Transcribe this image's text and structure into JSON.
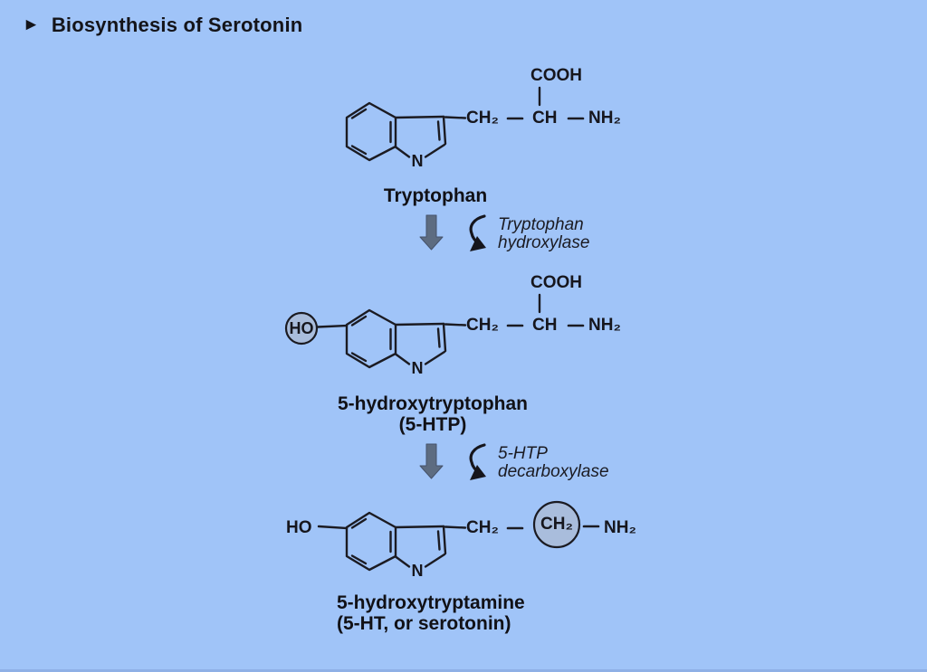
{
  "title": {
    "bullet": "►",
    "text": "Biosynthesis of Serotonin"
  },
  "molecules": [
    {
      "name_lines": [
        "Tryptophan"
      ],
      "ring_n": "N",
      "cooh": "COOH",
      "chain": {
        "ch2": "CH₂",
        "ch": "CH",
        "nh2": "NH₂"
      }
    },
    {
      "name_lines": [
        "5-hydroxytryptophan",
        "(5-HTP)"
      ],
      "ho": "HO",
      "ring_n": "N",
      "cooh": "COOH",
      "chain": {
        "ch2": "CH₂",
        "ch": "CH",
        "nh2": "NH₂"
      }
    },
    {
      "name_lines": [
        "5-hydroxytryptamine",
        "(5-HT, or serotonin)"
      ],
      "ho": "HO",
      "ring_n": "N",
      "chain": {
        "ch2": "CH₂",
        "ch2_circled": "CH₂",
        "nh2": "NH₂"
      }
    }
  ],
  "reactions": [
    {
      "enzyme_lines": [
        "Tryptophan",
        "hydroxylase"
      ]
    },
    {
      "enzyme_lines": [
        "5-HTP",
        "decarboxylase"
      ]
    }
  ],
  "colors": {
    "background": "#a0c4f8",
    "ink": "#1b1b22",
    "arrow_gray": "#5d6c81",
    "highlight_fill": "#a9bddc"
  }
}
